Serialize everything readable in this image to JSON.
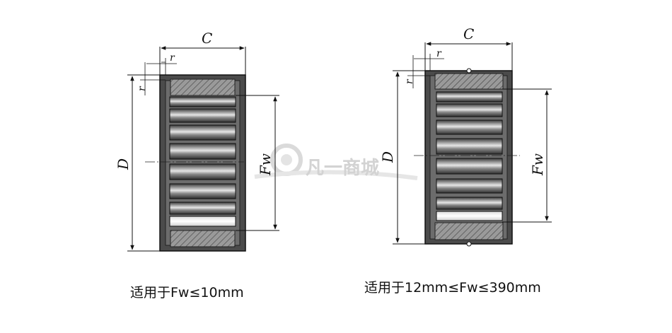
{
  "diagram_left": {
    "label_C": "C",
    "label_r_top": "r",
    "label_r_side": "r",
    "label_D": "D",
    "label_Fw": "Fw",
    "caption": "适用于Fw≤10mm"
  },
  "diagram_right": {
    "label_C": "C",
    "label_r_top": "r",
    "label_r_side": "r",
    "label_D": "D",
    "label_Fw": "Fw",
    "caption": "适用于12mm≤Fw≤390mm"
  },
  "watermark": {
    "text": "凡一商城"
  }
}
